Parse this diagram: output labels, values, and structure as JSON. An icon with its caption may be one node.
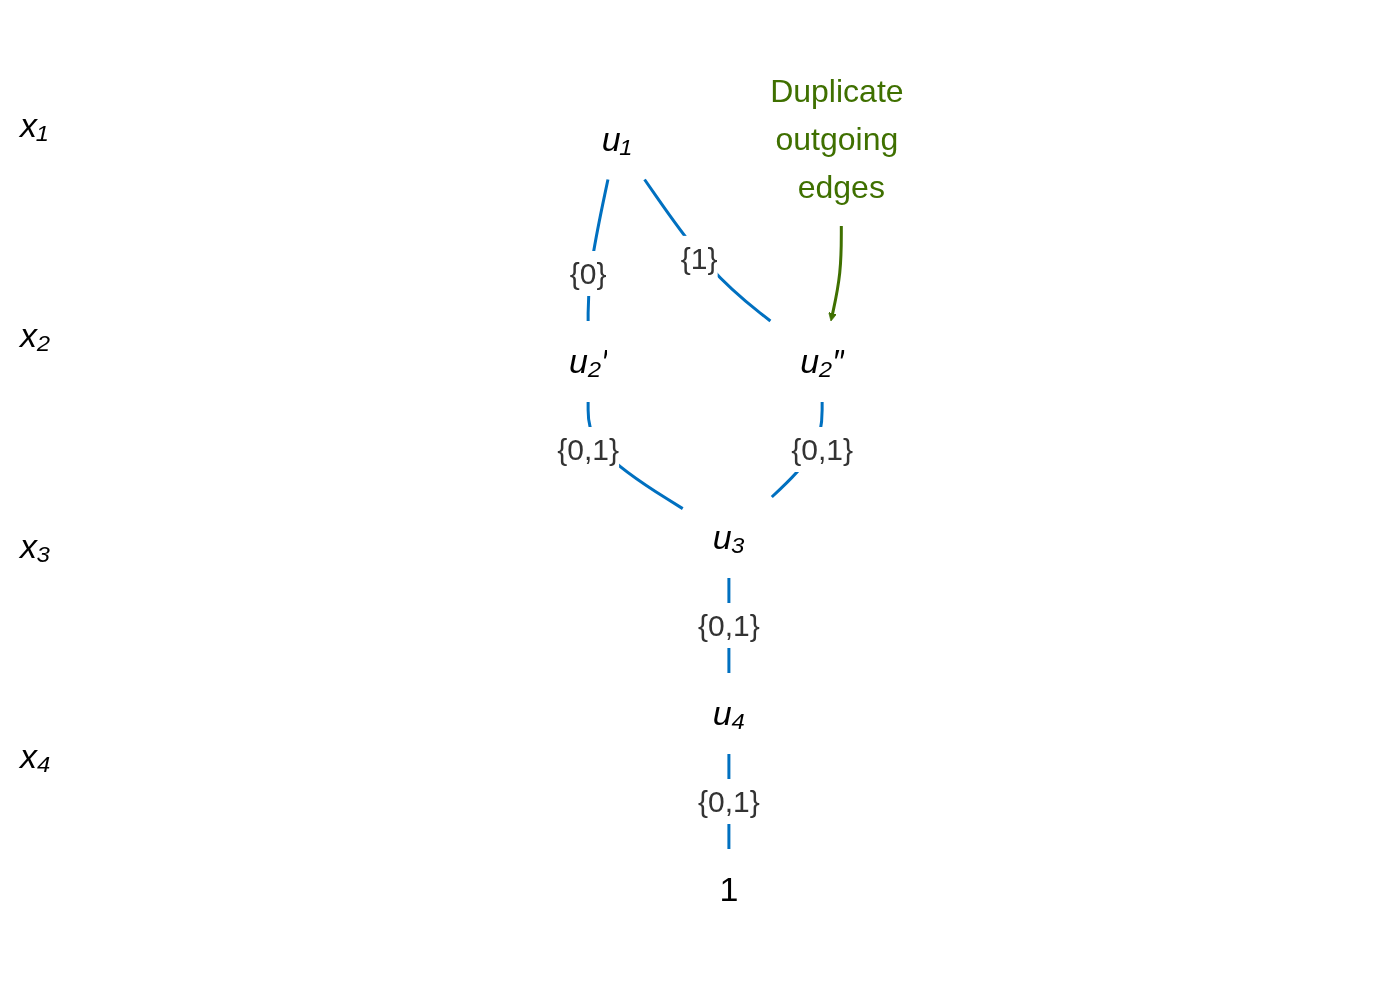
{
  "diagram": {
    "nodes": [
      {
        "text": [
          "u₁"
        ]
      },
      {
        "text": [
          "u₂′"
        ]
      },
      {
        "text": [
          "u₂″"
        ]
      },
      {
        "text": [
          "u₃"
        ]
      },
      {
        "text": [
          "u₄"
        ]
      },
      {
        "text": [
          "1"
        ]
      },
      {
        "text": [
          "Duplicate outgoing edges"
        ]
      }
    ],
    "edges": [
      {
        "from": 0,
        "to": 1,
        "arrow": "none",
        "label": "{0}"
      },
      {
        "from": 0,
        "to": 2,
        "arrow": "none",
        "label": "{1}"
      },
      {
        "from": 1,
        "to": 3,
        "arrow": "none",
        "label": "{0,1}"
      },
      {
        "from": 2,
        "to": 3,
        "arrow": "none",
        "label": "{0,1}"
      },
      {
        "from": 3,
        "to": 4,
        "arrow": "none",
        "label": "{0,1}"
      },
      {
        "from": 4,
        "to": 5,
        "arrow": "none",
        "label": "{0,1}"
      },
      {
        "from": 6,
        "to": 2,
        "arrow": "to",
        "color": "#3f7000"
      }
    ],
    "labels": [
      "x₁",
      "x₂",
      "x₃",
      "x₄"
    ]
  }
}
